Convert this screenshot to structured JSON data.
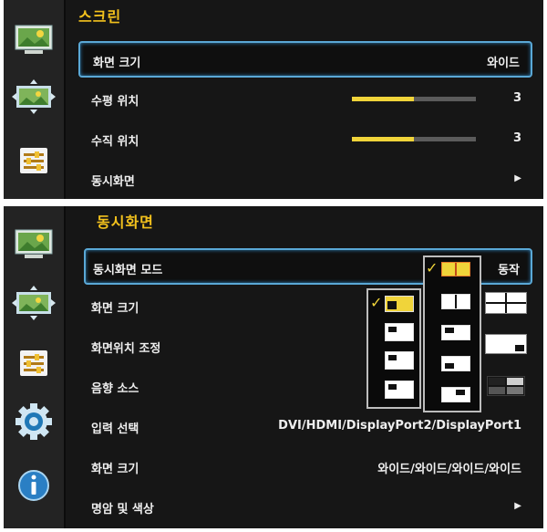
{
  "screen_menu": {
    "title": "스크린",
    "rows": [
      {
        "label": "화면 크기",
        "value": "와이드"
      },
      {
        "label": "수평 위치",
        "value": "3",
        "level": 0.5
      },
      {
        "label": "수직 위치",
        "value": "3",
        "level": 0.5
      },
      {
        "label": "동시화면",
        "value": "▶"
      }
    ]
  },
  "pip_menu": {
    "title": "동시화면",
    "rows": [
      {
        "label": "동시화면 모드",
        "value": "동작"
      },
      {
        "label": "화면 크기",
        "value": ""
      },
      {
        "label": "화면위치 조정",
        "value": ""
      },
      {
        "label": "음향 소스",
        "value": ""
      },
      {
        "label": "입력 선택",
        "value": "DVI/HDMI/DisplayPort2/DisplayPort1"
      },
      {
        "label": "화면 크기",
        "value": "와이드/와이드/와이드/와이드"
      },
      {
        "label": "명암 및 색상",
        "value": "▶"
      }
    ]
  },
  "icons": [
    "picture-icon",
    "screen-position-icon",
    "settings-sliders-icon",
    "gear-icon",
    "info-icon"
  ],
  "colors": {
    "accent_title": "#f3c21d",
    "selection_border": "#5aa8d6",
    "slider_fill": "#f0d43a",
    "panel_bg": "#161616"
  }
}
